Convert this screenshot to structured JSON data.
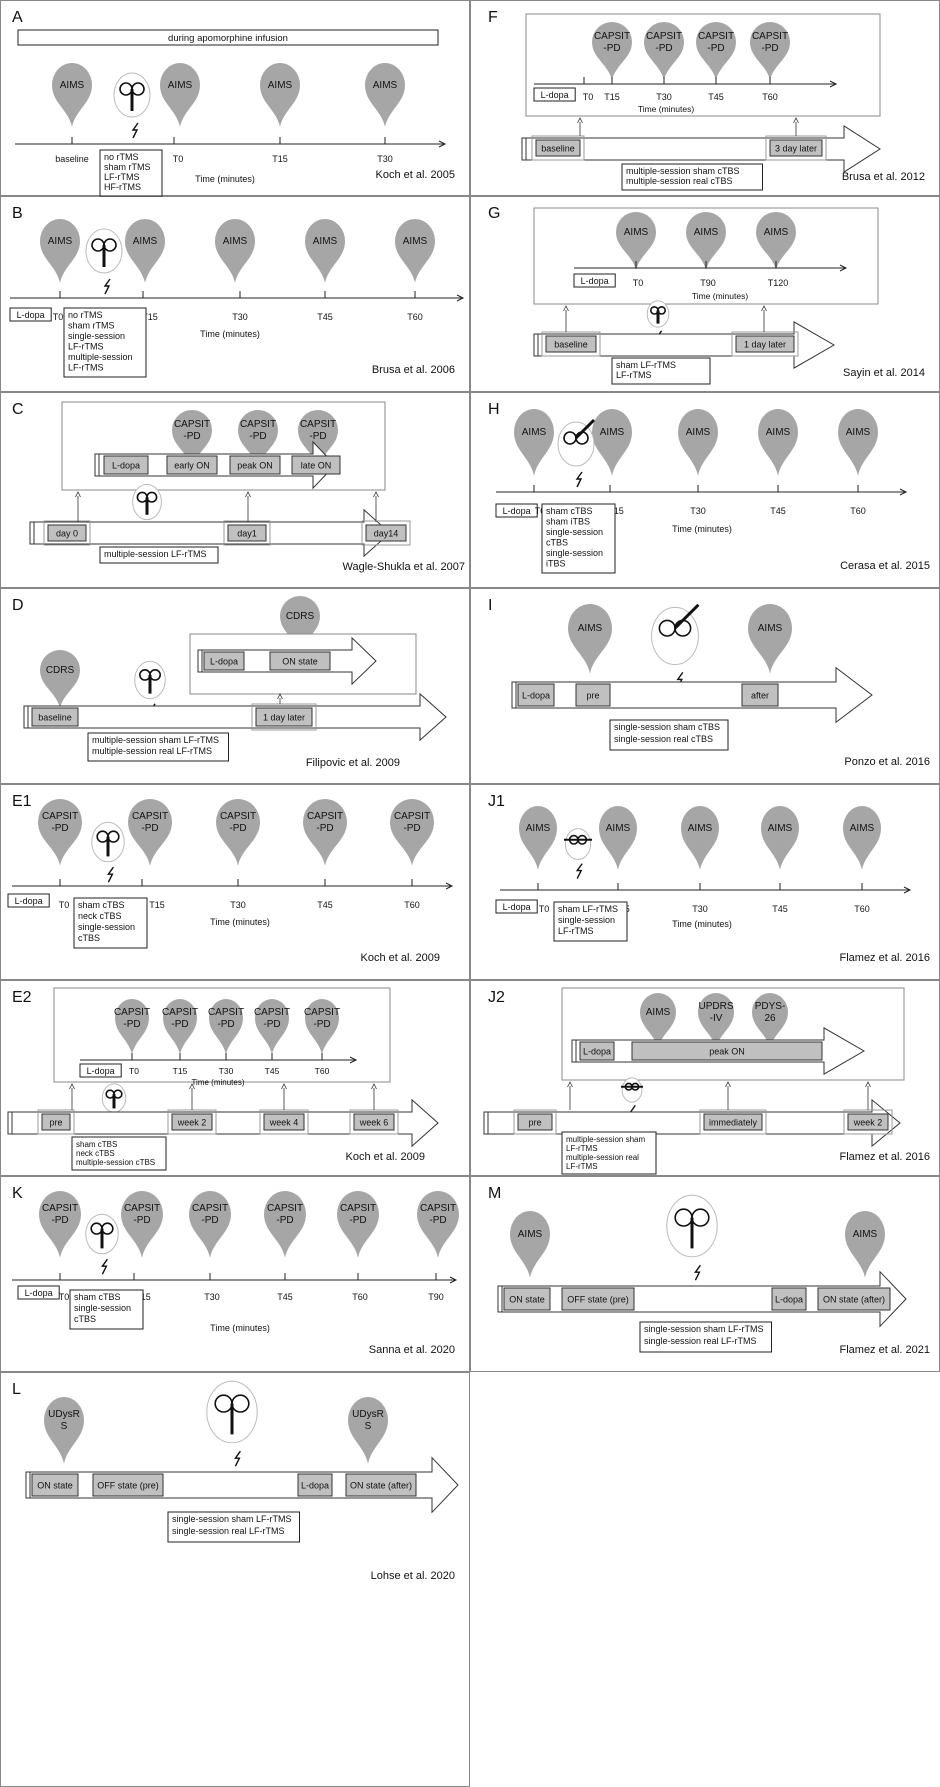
{
  "A": {
    "label": "A",
    "banner": "during apomorphine infusion",
    "markers": [
      "AIMS",
      "AIMS",
      "AIMS",
      "AIMS"
    ],
    "ticks": [
      "baseline",
      "T0",
      "T15",
      "T30"
    ],
    "protocol": [
      "no rTMS",
      "sham rTMS",
      "LF-rTMS",
      "HF-rTMS"
    ],
    "time_label": "Time (minutes)",
    "citation": "Koch et al. 2005"
  },
  "B": {
    "label": "B",
    "ldopa": "L-dopa",
    "markers": [
      "AIMS",
      "AIMS",
      "AIMS",
      "AIMS",
      "AIMS",
      "AIMS"
    ],
    "ticks": [
      "T0",
      "T15",
      "T30",
      "T45",
      "T60"
    ],
    "protocol": [
      "no rTMS",
      "sham rTMS",
      "single-session",
      "LF-rTMS",
      "multiple-session",
      "LF-rTMS"
    ],
    "time_label": "Time (minutes)",
    "citation": "Brusa et al. 2006"
  },
  "C": {
    "label": "C",
    "inner_markers": [
      "CAPSIT\n-PD",
      "CAPSIT\n-PD",
      "CAPSIT\n-PD"
    ],
    "inner_boxes": [
      "L-dopa",
      "early ON",
      "peak ON",
      "late ON"
    ],
    "outer_boxes": [
      "day 0",
      "day1",
      "day14"
    ],
    "protocol": [
      "multiple-session LF-rTMS"
    ],
    "citation": "Wagle-Shukla et al. 2007"
  },
  "D": {
    "label": "D",
    "markers": [
      "CDRS",
      "CDRS"
    ],
    "inner_boxes": [
      "L-dopa",
      "ON state"
    ],
    "outer_boxes": [
      "baseline",
      "1 day later"
    ],
    "protocol": [
      "multiple-session sham LF-rTMS",
      "multiple-session real LF-rTMS"
    ],
    "citation": "Filipovic et al. 2009"
  },
  "E1": {
    "label": "E1",
    "ldopa": "L-dopa",
    "markers": [
      "CAPSIT\n-PD",
      "CAPSIT\n-PD",
      "CAPSIT\n-PD",
      "CAPSIT\n-PD",
      "CAPSIT\n-PD"
    ],
    "ticks": [
      "T0",
      "T15",
      "T30",
      "T45",
      "T60"
    ],
    "protocol": [
      "sham cTBS",
      "neck  cTBS",
      "single-session",
      "cTBS"
    ],
    "time_label": "Time (minutes)",
    "citation": "Koch et al. 2009"
  },
  "E2": {
    "label": "E2",
    "ldopa": "L-dopa",
    "inner_markers": [
      "CAPSIT\n-PD",
      "CAPSIT\n-PD",
      "CAPSIT\n-PD",
      "CAPSIT\n-PD",
      "CAPSIT\n-PD"
    ],
    "ticks": [
      "T0",
      "T15",
      "T30",
      "T45",
      "T60"
    ],
    "time_label": "Time (minutes)",
    "outer_boxes": [
      "pre",
      "week 2",
      "week 4",
      "week 6"
    ],
    "protocol": [
      "sham cTBS",
      "neck  cTBS",
      "multiple-session cTBS"
    ],
    "citation": "Koch et al. 2009"
  },
  "K": {
    "label": "K",
    "ldopa": "L-dopa",
    "markers": [
      "CAPSIT\n-PD",
      "CAPSIT\n-PD",
      "CAPSIT\n-PD",
      "CAPSIT\n-PD",
      "CAPSIT\n-PD",
      "CAPSIT\n-PD"
    ],
    "ticks": [
      "T0",
      "T15",
      "T30",
      "T45",
      "T60",
      "T90"
    ],
    "protocol": [
      "sham cTBS",
      "single-session",
      "cTBS"
    ],
    "time_label": "Time (minutes)",
    "citation": "Sanna et al. 2020"
  },
  "L": {
    "label": "L",
    "markers": [
      "UDysR\nS",
      "UDysR\nS"
    ],
    "boxes": [
      "ON state",
      "OFF state (pre)",
      "L-dopa",
      "ON state (after)"
    ],
    "protocol": [
      "single-session sham LF-rTMS",
      "single-session real LF-rTMS"
    ],
    "citation": "Lohse  et al. 2020"
  },
  "F": {
    "label": "F",
    "ldopa": "L-dopa",
    "inner_markers": [
      "CAPSIT\n-PD",
      "CAPSIT\n-PD",
      "CAPSIT\n-PD",
      "CAPSIT\n-PD"
    ],
    "ticks": [
      "T0",
      "T15",
      "T30",
      "T45",
      "T60"
    ],
    "time_label": "Time (minutes)",
    "outer_boxes": [
      "baseline",
      "3 day later"
    ],
    "protocol": [
      "multiple-session sham cTBS",
      "multiple-session real    cTBS"
    ],
    "citation": "Brusa et al. 2012"
  },
  "G": {
    "label": "G",
    "ldopa": "L-dopa",
    "inner_markers": [
      "AIMS",
      "AIMS",
      "AIMS"
    ],
    "ticks": [
      "T0",
      "T90",
      "T120"
    ],
    "time_label": "Time (minutes)",
    "outer_boxes": [
      "baseline",
      "1 day later"
    ],
    "protocol": [
      "sham LF-rTMS",
      "LF-rTMS"
    ],
    "citation": "Sayin et al. 2014"
  },
  "H": {
    "label": "H",
    "ldopa": "L-dopa",
    "markers": [
      "AIMS",
      "AIMS",
      "AIMS",
      "AIMS",
      "AIMS"
    ],
    "ticks": [
      "T0",
      "T15",
      "T30",
      "T45",
      "T60"
    ],
    "protocol": [
      "sham cTBS",
      "sham iTBS",
      "single-session",
      "cTBS",
      "single-session",
      "iTBS"
    ],
    "time_label": "Time (minutes)",
    "citation": "Cerasa et al. 2015"
  },
  "I": {
    "label": "I",
    "markers": [
      "AIMS",
      "AIMS"
    ],
    "boxes": [
      "L-dopa",
      "pre",
      "after"
    ],
    "protocol": [
      "single-session sham cTBS",
      "single-session real cTBS"
    ],
    "citation": "Ponzo et al. 2016"
  },
  "J1": {
    "label": "J1",
    "ldopa": "L-dopa",
    "markers": [
      "AIMS",
      "AIMS",
      "AIMS",
      "AIMS",
      "AIMS"
    ],
    "ticks": [
      "T0",
      "T15",
      "T30",
      "T45",
      "T60"
    ],
    "protocol": [
      "sham LF-rTMS",
      "single-session",
      "LF-rTMS"
    ],
    "time_label": "Time (minutes)",
    "citation": "Flamez et al. 2016"
  },
  "J2": {
    "label": "J2",
    "inner_markers": [
      "AIMS",
      "UPDRS\n-IV",
      "PDYS-\n26"
    ],
    "inner_boxes": [
      "L-dopa",
      "peak ON"
    ],
    "outer_boxes": [
      "pre",
      "immediately",
      "week 2"
    ],
    "protocol": [
      "multiple-session sham",
      "LF-rTMS",
      "multiple-session real",
      "LF-rTMS"
    ],
    "citation": "Flamez et al. 2016"
  },
  "M": {
    "label": "M",
    "markers": [
      "AIMS",
      "AIMS"
    ],
    "boxes": [
      "ON state",
      "OFF state (pre)",
      "L-dopa",
      "ON state (after)"
    ],
    "protocol": [
      "single-session sham LF-rTMS",
      "single-session real LF-rTMS"
    ],
    "citation": "Flamez  et al. 2021"
  },
  "colors": {
    "marker": "#a6a6a6",
    "box": "#c0c0c0",
    "line": "#222222",
    "frame": "#888888"
  },
  "icons": [
    "balloon-marker-icon",
    "tms-coil-head-icon",
    "lightning-icon",
    "arrow-icon"
  ]
}
